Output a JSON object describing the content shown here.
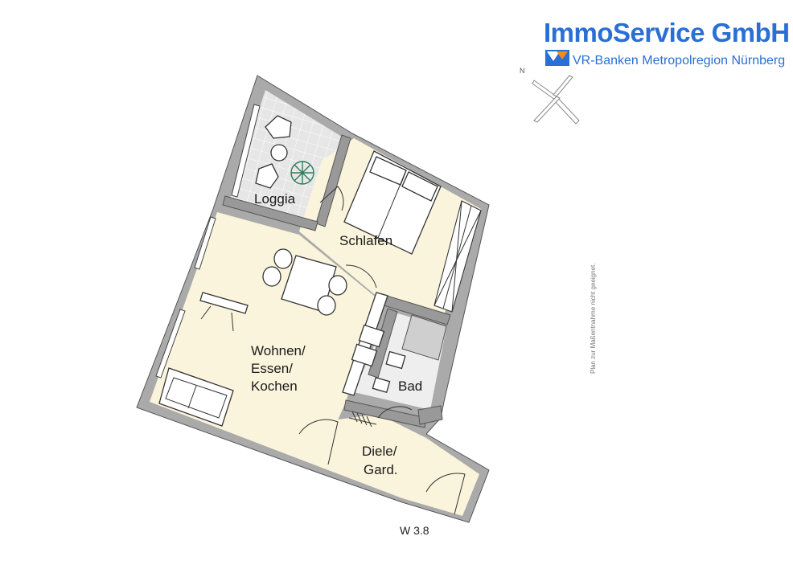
{
  "brand": {
    "name": "ImmoService GmbH",
    "subtitle": "VR-Banken Metropolregion Nürnberg",
    "logo_mark": "VR",
    "color": "#2a6fd6"
  },
  "compass": {
    "north_label": "N"
  },
  "rooms": {
    "loggia": "Loggia",
    "schlafen": "Schlafen",
    "wohnen_1": "Wohnen/",
    "wohnen_2": "Essen/",
    "wohnen_3": "Kochen",
    "bad": "Bad",
    "diele_1": "Diele/",
    "diele_2": "Gard."
  },
  "unit_label": "W 3.8",
  "disclaimer": "Plan zur Maßentnahme nicht geeignet.",
  "colors": {
    "floor": "#fbf4dc",
    "wall": "#aaaaaa",
    "loggia_tile": "#e6e6e6"
  }
}
